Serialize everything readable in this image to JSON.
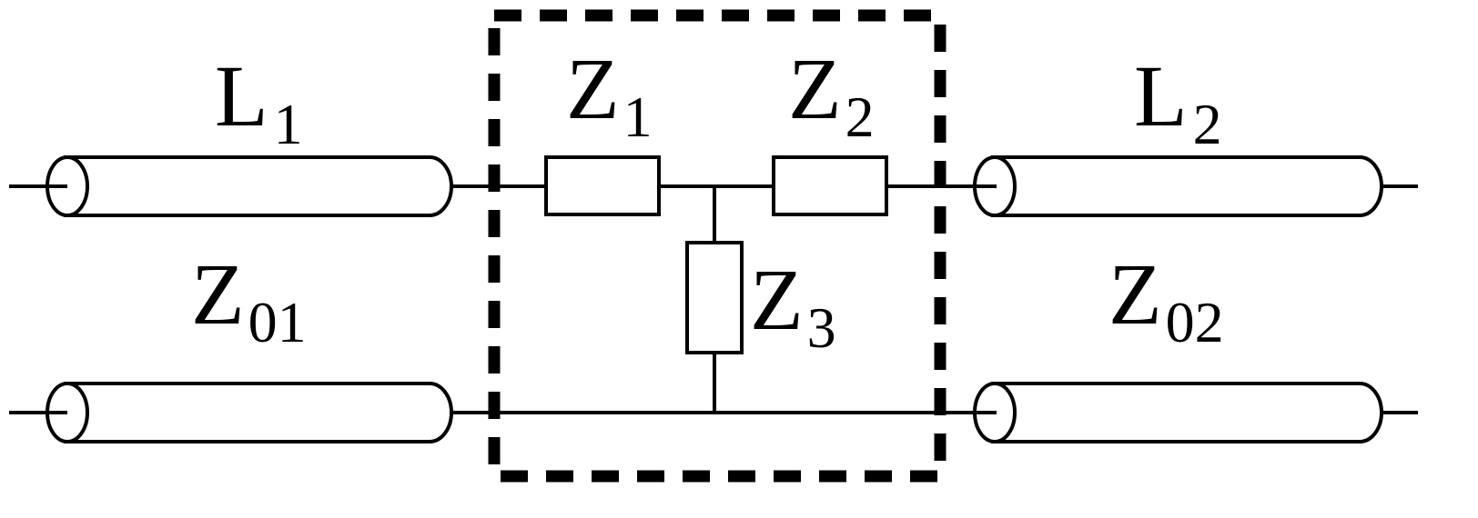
{
  "colors": {
    "line": "#000000",
    "background": "#ffffff"
  },
  "labels": {
    "L1": {
      "main": "L",
      "sub": "1"
    },
    "L2": {
      "main": "L",
      "sub": "2"
    },
    "Z01": {
      "main": "Z",
      "sub": "01"
    },
    "Z02": {
      "main": "Z",
      "sub": "02"
    },
    "Z1": {
      "main": "Z",
      "sub": "1"
    },
    "Z2": {
      "main": "Z",
      "sub": "2"
    },
    "Z3": {
      "main": "Z",
      "sub": "3"
    }
  }
}
